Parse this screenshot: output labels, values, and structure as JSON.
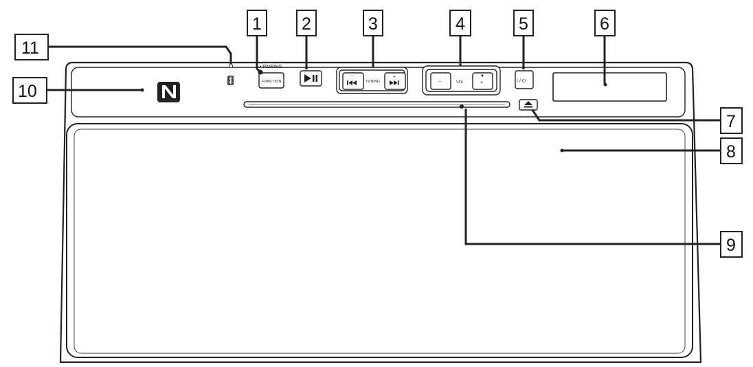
{
  "callouts": [
    "1",
    "2",
    "3",
    "4",
    "5",
    "6",
    "7",
    "8",
    "9",
    "10",
    "11"
  ],
  "device": {
    "pairing_label": "• PAIRING",
    "function_label": "FUNCTION",
    "tuning_label": "TUNING",
    "tuning_minus": "−",
    "tuning_plus": "+",
    "vol_label": "VOL",
    "vol_minus": "−",
    "vol_plus": "+",
    "power_symbol": "I / ⏻"
  },
  "colors": {
    "line": "#222222",
    "background": "#ffffff"
  }
}
